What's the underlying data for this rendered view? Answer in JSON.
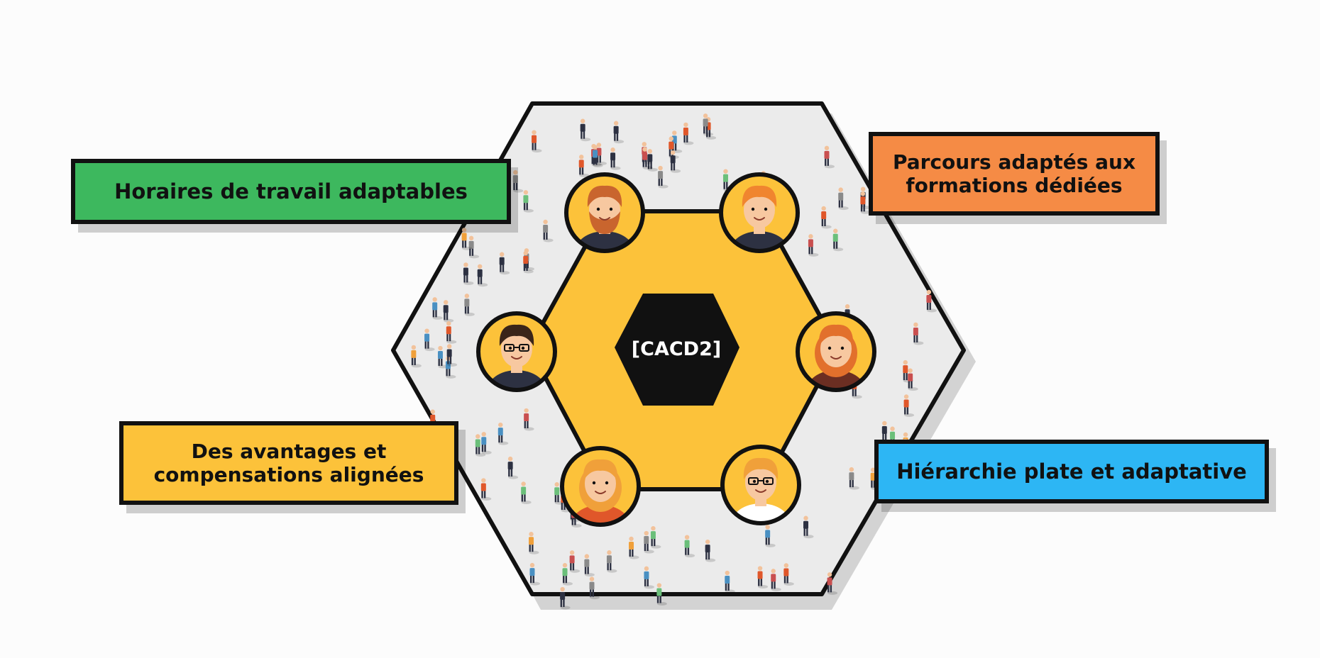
{
  "center": {
    "label": "[CACD2]"
  },
  "colors": {
    "background": "#fcfcfc",
    "outer_hex_fill": "#ebebeb",
    "inner_hex_fill": "#fcc23a",
    "center_hex_fill": "#111111",
    "outline": "#111111",
    "green": "#3db85e",
    "orange": "#f58b45",
    "yellow": "#fcc23a",
    "blue": "#2db6f4"
  },
  "features": [
    {
      "id": "top-left",
      "text": "Horaires de travail adaptables",
      "color": "#3db85e"
    },
    {
      "id": "top-right",
      "text": "Parcours adaptés aux\nformations dédiées",
      "color": "#f58b45"
    },
    {
      "id": "bottom-left",
      "text": "Des avantages et\ncompensations alignées",
      "color": "#fcc23a"
    },
    {
      "id": "bottom-right",
      "text": "Hiérarchie plate et adaptative",
      "color": "#2db6f4"
    }
  ],
  "avatars": [
    {
      "name": "bearded-man-avatar",
      "hair": "#c9652e",
      "skin": "#f7c8a0",
      "shirt": "#2d3142",
      "beard": true,
      "glasses": false,
      "gender": "m"
    },
    {
      "name": "smiling-redhead-man-avatar",
      "hair": "#f0852f",
      "skin": "#f7c8a0",
      "shirt": "#2d3142",
      "beard": false,
      "glasses": false,
      "gender": "m"
    },
    {
      "name": "man-with-glasses-avatar",
      "hair": "#3a2519",
      "skin": "#f7c8a0",
      "shirt": "#2d3142",
      "beard": false,
      "glasses": true,
      "gender": "m"
    },
    {
      "name": "redhead-woman-avatar",
      "hair": "#e2702c",
      "skin": "#f7c8a0",
      "shirt": "#6b2e22",
      "beard": false,
      "glasses": false,
      "gender": "f"
    },
    {
      "name": "blonde-woman-avatar",
      "hair": "#f0a03a",
      "skin": "#f7c8a0",
      "shirt": "#e0572a",
      "beard": false,
      "glasses": false,
      "gender": "f"
    },
    {
      "name": "blonde-man-with-glasses-avatar",
      "hair": "#f0a03a",
      "skin": "#f7c8a0",
      "shirt": "#ffffff",
      "beard": false,
      "glasses": true,
      "gender": "m"
    }
  ]
}
